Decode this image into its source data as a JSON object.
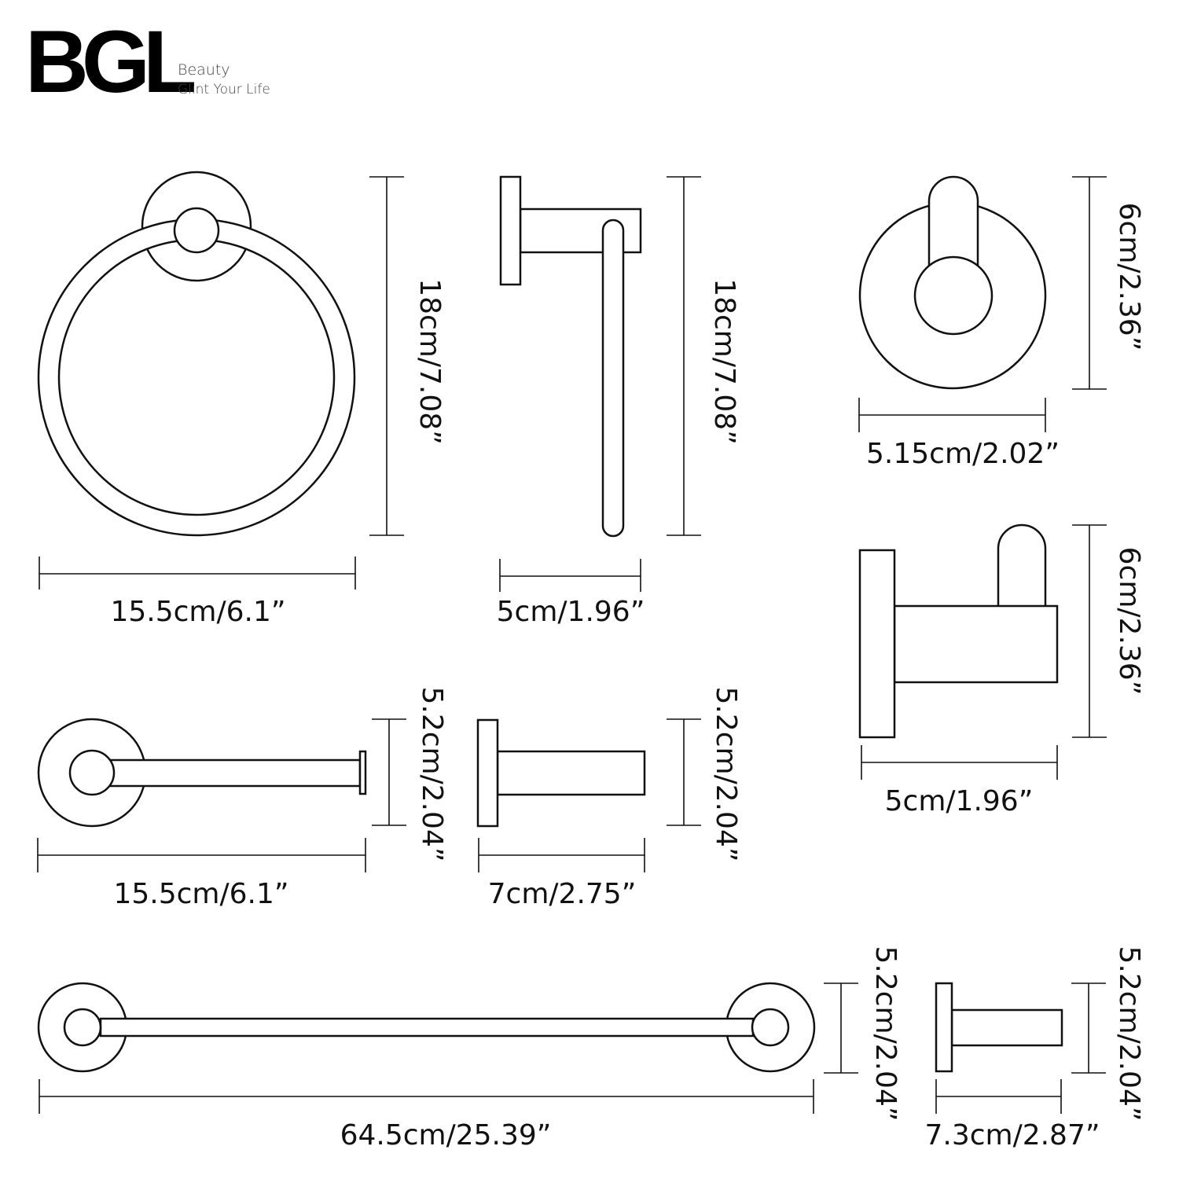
{
  "logo": {
    "brand": "BGL",
    "line1": "Beauty",
    "line2": "Glint Your Life"
  },
  "products": {
    "towel_ring": {
      "height": "18cm/7.08”",
      "width": "15.5cm/6.1”"
    },
    "hand_towel_holder": {
      "height": "18cm/7.08”",
      "width": "5cm/1.96”"
    },
    "robe_hook_front": {
      "height": "6cm/2.36”",
      "width": "5.15cm/2.02”"
    },
    "robe_hook_side": {
      "height": "6cm/2.36”",
      "width": "5cm/1.96”"
    },
    "toilet_paper_holder_front": {
      "height": "5.2cm/2.04”",
      "width": "15.5cm/6.1”"
    },
    "toilet_paper_holder_side": {
      "height": "5.2cm/2.04”",
      "width": "7cm/2.75”"
    },
    "towel_bar_front": {
      "height": "5.2cm/2.04”",
      "width": "64.5cm/25.39”"
    },
    "towel_bar_side": {
      "height": "5.2cm/2.04”",
      "width": "7.3cm/2.87”"
    }
  },
  "colors": {
    "line": "#111111",
    "background": "#ffffff"
  }
}
